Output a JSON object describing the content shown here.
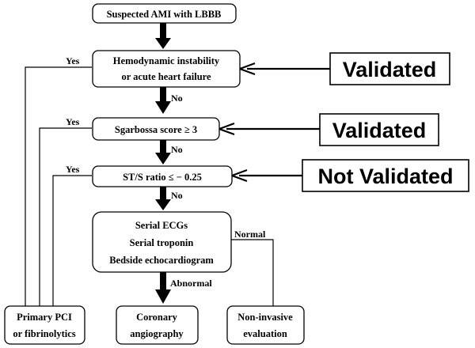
{
  "nodes": {
    "start": "Suspected AMI with LBBB",
    "hemo_line1": "Hemodynamic instability",
    "hemo_line2": "or acute heart failure",
    "sgarbossa": "Sgarbossa score ≥ 3",
    "sts": "ST/S ratio ≤ − 0.25",
    "serial_line1": "Serial ECGs",
    "serial_line2": "Serial troponin",
    "serial_line3": "Bedside echocardiogram",
    "pci_line1": "Primary PCI",
    "pci_line2": "or fibrinolytics",
    "coronary_line1": "Coronary",
    "coronary_line2": "angiography",
    "noninv_line1": "Non-invasive",
    "noninv_line2": "evaluation"
  },
  "edge_labels": {
    "yes": "Yes",
    "no": "No",
    "normal": "Normal",
    "abnormal": "Abnormal"
  },
  "validation": {
    "hemo": "Validated",
    "sgarbossa": "Validated",
    "sts": "Not Validated"
  }
}
